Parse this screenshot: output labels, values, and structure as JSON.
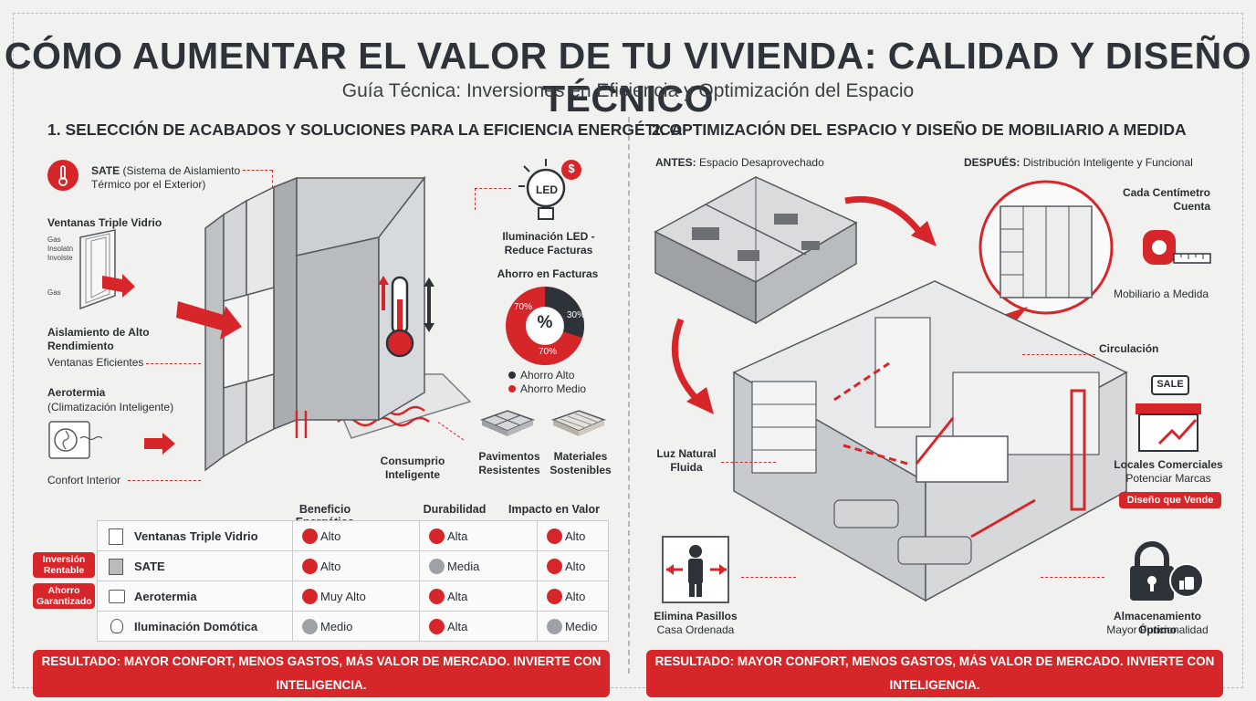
{
  "header": {
    "title": "CÓMO AUMENTAR EL VALOR DE TU VIVIENDA: CALIDAD Y DISEÑO TÉCNICO",
    "subtitle": "Guía Técnica: Inversiones en Eficiencia y Optimización del Espacio"
  },
  "left": {
    "heading": "1. SELECCIÓN DE ACABADOS Y SOLUCIONES PARA LA EFICIENCIA ENERGÉTICA",
    "sate_title": "SATE",
    "sate_desc": "(Sistema de Aislamiento Térmico por el Exterior)",
    "windows": "Ventanas Triple Vidrio",
    "glass_labels": [
      "Gas",
      "Insolatn",
      "Involste",
      "Gas"
    ],
    "insulation": "Aislamiento de Alto Rendimiento",
    "eff_windows": "Ventanas Eficientes",
    "aero_title": "Aerotermia",
    "aero_sub": "(Climatización Inteligente)",
    "comfort": "Confort Interior",
    "led_badge": "LED",
    "currency": "$",
    "led_label": "Iluminación LED - Reduce Facturas",
    "savings_title": "Ahorro en Facturas",
    "donut_center": "%",
    "donut_labels": [
      "70%",
      "30%",
      "70%"
    ],
    "legend": [
      "Ahorro Alto",
      "Ahorro Medio"
    ],
    "smart_use": "Consumprio Inteligente",
    "floors": "Pavimentos Resistentes",
    "materials": "Materiales Sostenibles",
    "colors": {
      "accent": "#d7262a",
      "dark": "#2d3338"
    }
  },
  "table": {
    "headers": [
      "Beneficio Energético",
      "Durabilidad",
      "Impacto en Valor"
    ],
    "rows": [
      {
        "name": "Ventanas Triple Vidrio",
        "energy": "Alto",
        "durability": "Alta",
        "value": "Alto"
      },
      {
        "name": "SATE",
        "energy": "Alto",
        "durability": "Media",
        "value": "Alto"
      },
      {
        "name": "Aerotermia",
        "energy": "Muy Alto",
        "durability": "Alta",
        "value": "Alto"
      },
      {
        "name": "Iluminación Domótica",
        "energy": "Medio",
        "durability": "Alta",
        "value": "Medio"
      }
    ],
    "tag1": "Inversión Rentable",
    "tag2": "Ahorro Garantizado"
  },
  "right": {
    "heading": "2. OPTIMIZACIÓN DEL ESPACIO Y DISEÑO DE MOBILIARIO A MEDIDA",
    "before_b": "ANTES:",
    "before": "Espacio Desaprovechado",
    "after_b": "DESPUÉS:",
    "after": "Distribución Inteligente y Funcional",
    "every_cm": "Cada Centímetro Cuenta",
    "custom_furniture": "Mobiliario a Medida",
    "circulation": "Circulación",
    "natural_light": "Luz Natural Fluida",
    "sale": "SALE",
    "shops": "Locales Comerciales",
    "shops_sub": "Potenciar Marcas",
    "design_sells": "Diseño que Vende",
    "no_halls": "Elimina Pasillos",
    "no_halls_sub": "Casa Ordenada",
    "storage": "Almacenamiento Óptimo",
    "storage_sub": "Mayor Funcionalidad"
  },
  "footer": {
    "left": "RESULTADO: MAYOR CONFORT, MENOS GASTOS, MÁS VALOR DE MERCADO. INVIERTE CON INTELIGENCIA.",
    "right": "RESULTADO: MAYOR CONFORT, MENOS GASTOS, MÁS VALOR DE MERCADO. INVIERTE CON INTELIGENCIA."
  }
}
